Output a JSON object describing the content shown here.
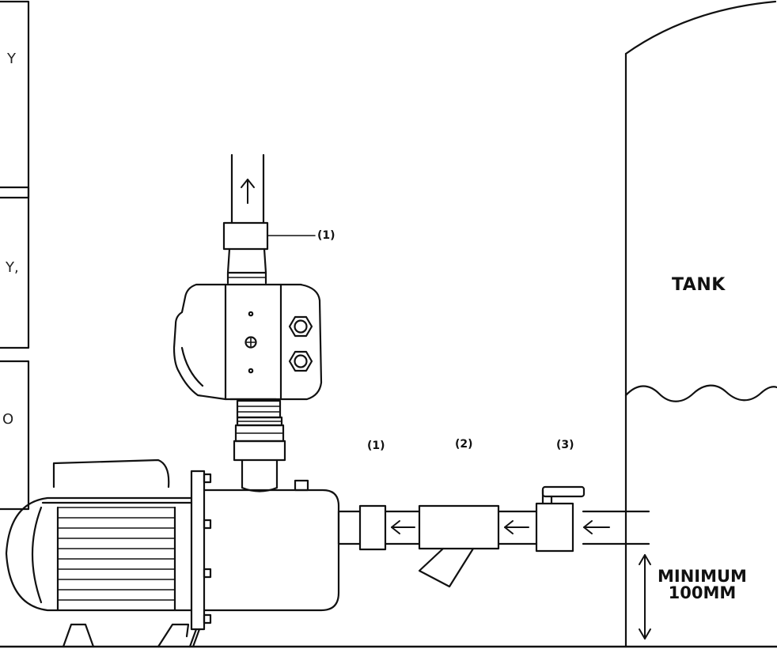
{
  "labels": {
    "outlet_union": "(1)",
    "inlet_union": "(1)",
    "strainer": "(2)",
    "valve": "(3)",
    "tank": "TANK",
    "min_line1": "MINIMUM",
    "min_line2": "100MM"
  },
  "left_panel_fragments": [
    "Y",
    "Y,",
    "O"
  ],
  "colors": {
    "line": "#111111",
    "background": "#ffffff"
  }
}
